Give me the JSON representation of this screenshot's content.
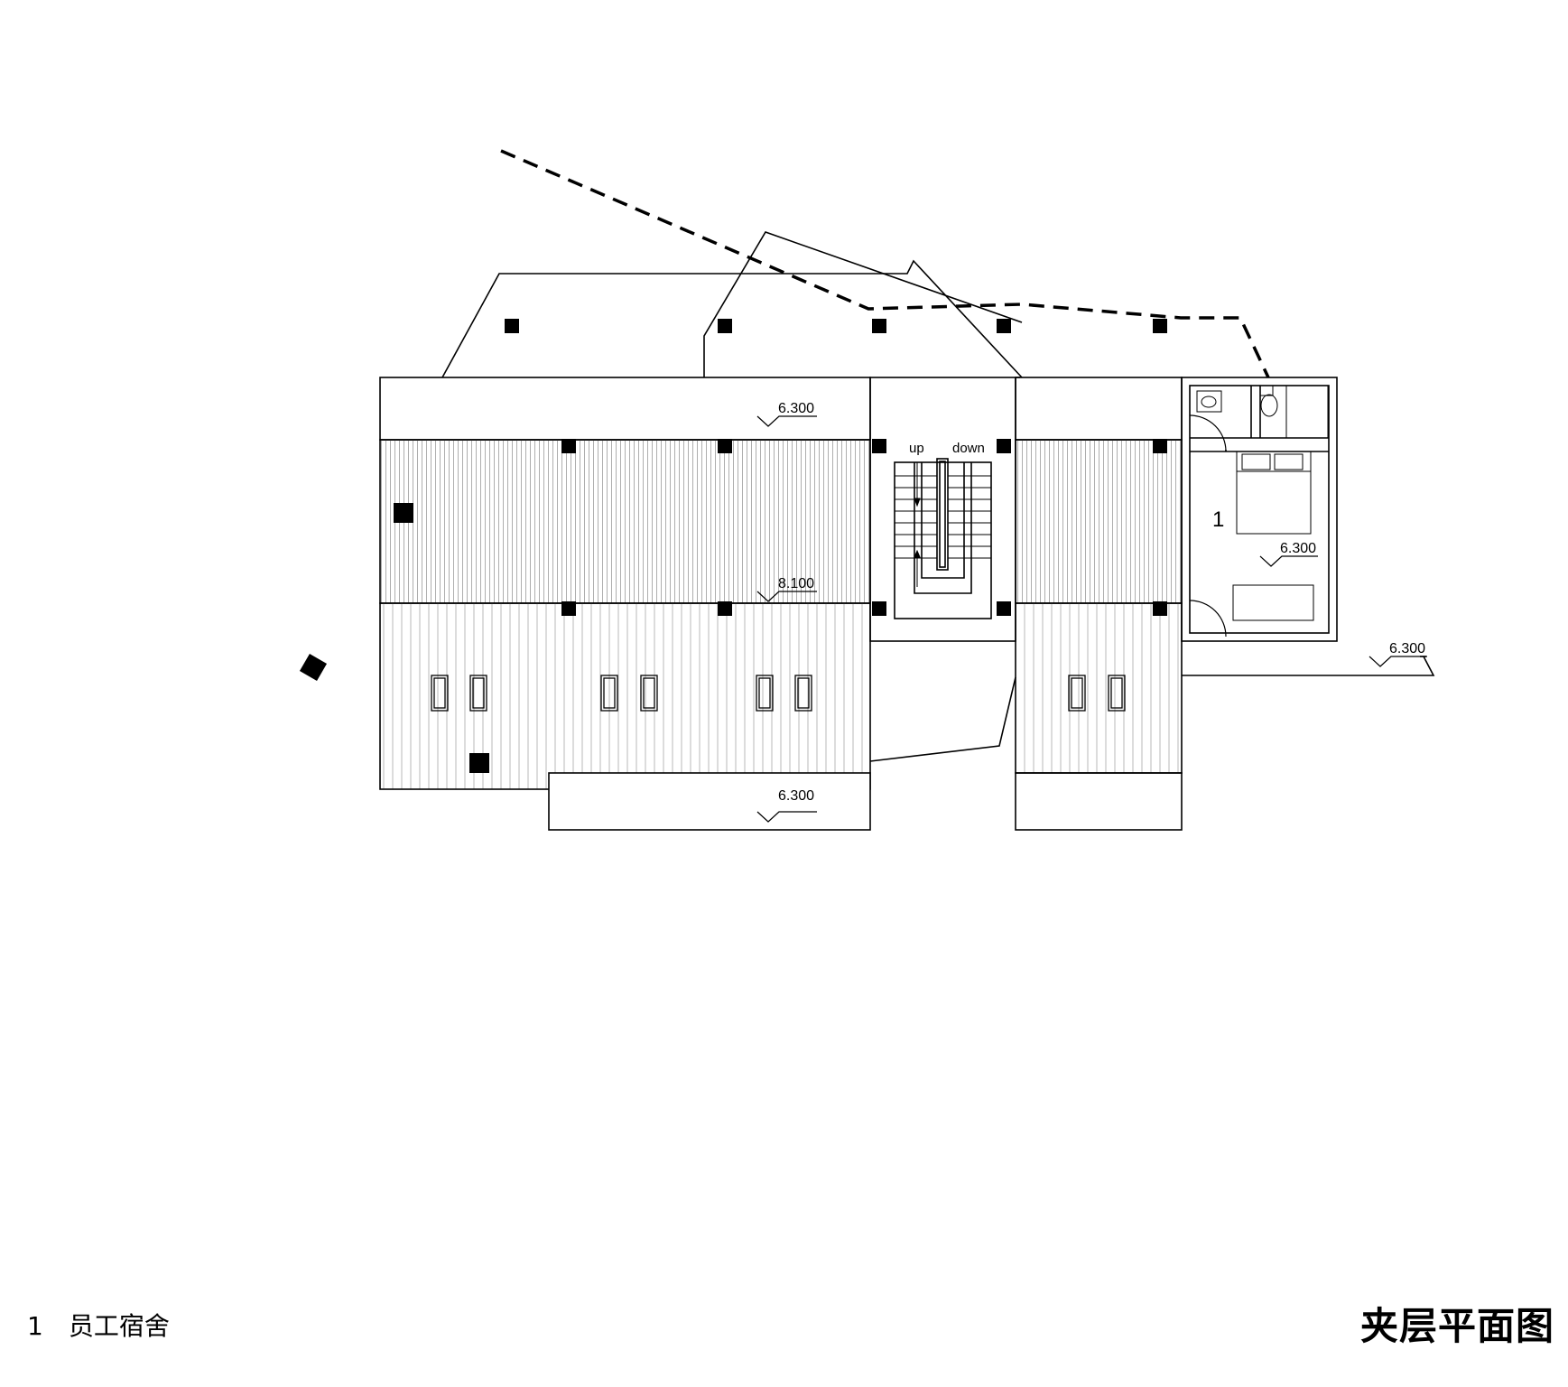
{
  "drawing": {
    "title": "夹层平面图",
    "room_number": "1",
    "stair_up": "up",
    "stair_down": "down",
    "elevations": [
      "6.300",
      "8.100",
      "6.300",
      "6.300",
      "6.300"
    ]
  },
  "legend": [
    {
      "number": "1",
      "name": "员工宿舍"
    }
  ]
}
